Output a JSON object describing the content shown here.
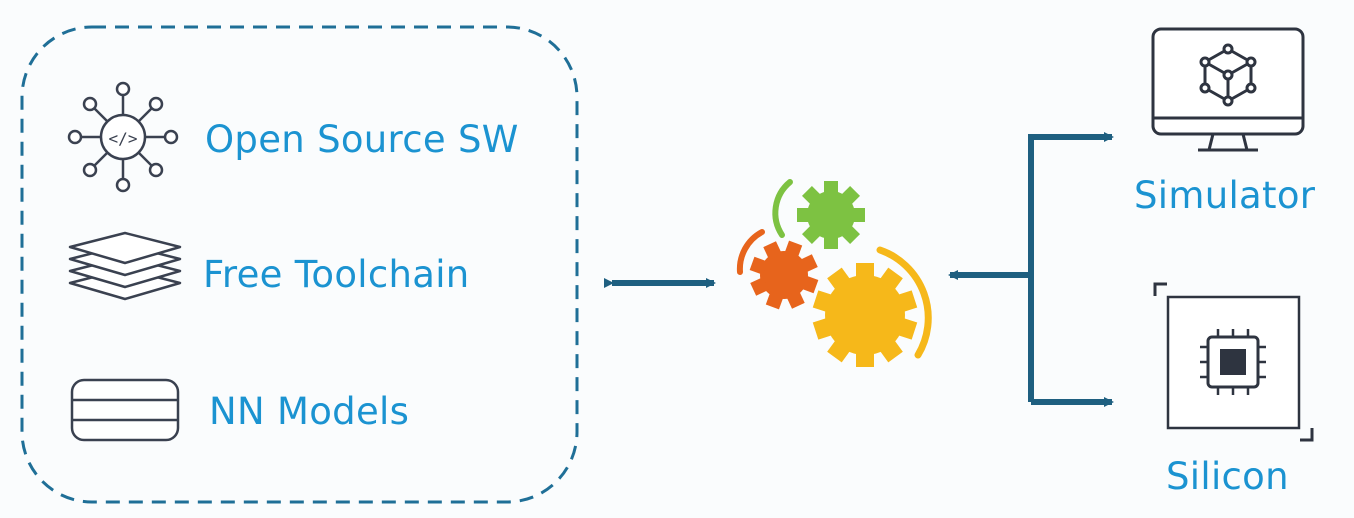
{
  "left_group": {
    "items": [
      {
        "label": "Open Source SW",
        "icon": "code-network-icon"
      },
      {
        "label": "Free Toolchain",
        "icon": "stacked-layers-icon"
      },
      {
        "label": "NN Models",
        "icon": "database-icon"
      }
    ]
  },
  "center": {
    "icon": "gears-icon"
  },
  "targets": [
    {
      "label": "Simulator",
      "icon": "monitor-cube-icon"
    },
    {
      "label": "Silicon",
      "icon": "chip-icon"
    }
  ],
  "colors": {
    "label_text": "#1b93d1",
    "dashed_border": "#1f6f97",
    "arrow": "#1e5f80",
    "icon_stroke": "#3a4150",
    "gear_green": "#7dc242",
    "gear_orange": "#e7641c",
    "gear_yellow": "#f6b81a"
  }
}
